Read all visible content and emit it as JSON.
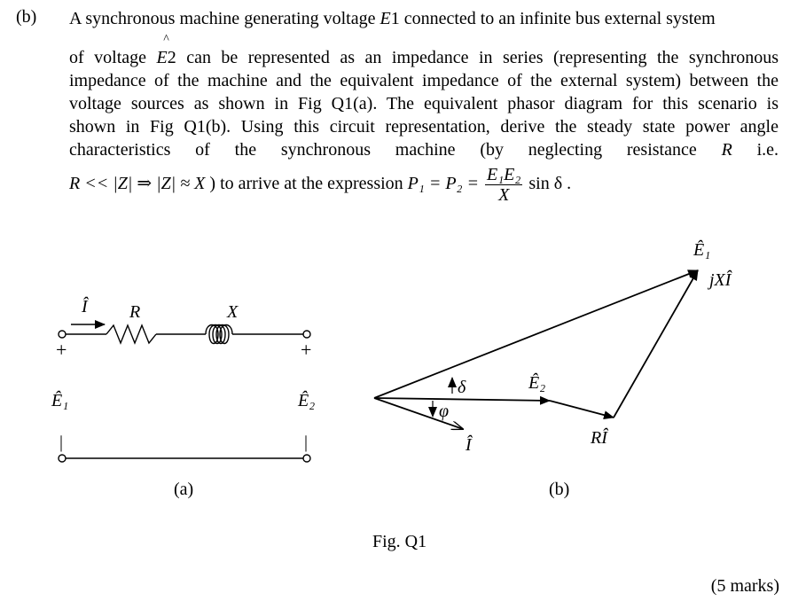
{
  "question": {
    "part_label": "(b)",
    "line1": "A synchronous machine generating voltage",
    "line1_var": "E",
    "line1_sub": "1",
    "line1_tail": "connected to an infinite bus external system",
    "hat_symbol": "^",
    "line2_head": "of voltage",
    "line2_var": "E",
    "line2_sub": "2",
    "line2_tail": "can be represented as an impedance in series (representing the synchronous",
    "line3": "impedance of the machine and the equivalent impedance of the external system) between the",
    "line4": "voltage sources as shown in Fig Q1(a). The equivalent phasor diagram for this scenario is",
    "line5": "shown in Fig Q1(b). Using this circuit representation, derive the steady state power angle",
    "line6_head": "characteristics of the synchronous machine (by neglecting resistance",
    "line6_var": "R",
    "line6_tail": "i.e.",
    "line7_cond": "R << |Z| ⇒ |Z| ≈ X",
    "line7_text": ") to arrive at the expression",
    "line7_lhs": "P₁ = P₂ =",
    "frac_num": "E₁E₂",
    "frac_den": "X",
    "line7_tail": "sin δ ."
  },
  "circuit": {
    "current_label": "Î",
    "resistor_label": "R",
    "inductor_label": "X",
    "plus_left": "+",
    "plus_right": "+",
    "minus_left": "|",
    "minus_right": "|",
    "source_left": "Ê₁",
    "source_right": "Ê₂",
    "caption": "(a)"
  },
  "phasor": {
    "e1_label": "Ê₁",
    "jxi_label": "jXÎ",
    "delta_label": "δ",
    "phi_label": "φ",
    "e2_label": "Ê₂",
    "i_label": "Î",
    "ri_label": "RÎ",
    "caption": "(b)"
  },
  "figure_caption": "Fig. Q1",
  "marks": "(5 marks)"
}
